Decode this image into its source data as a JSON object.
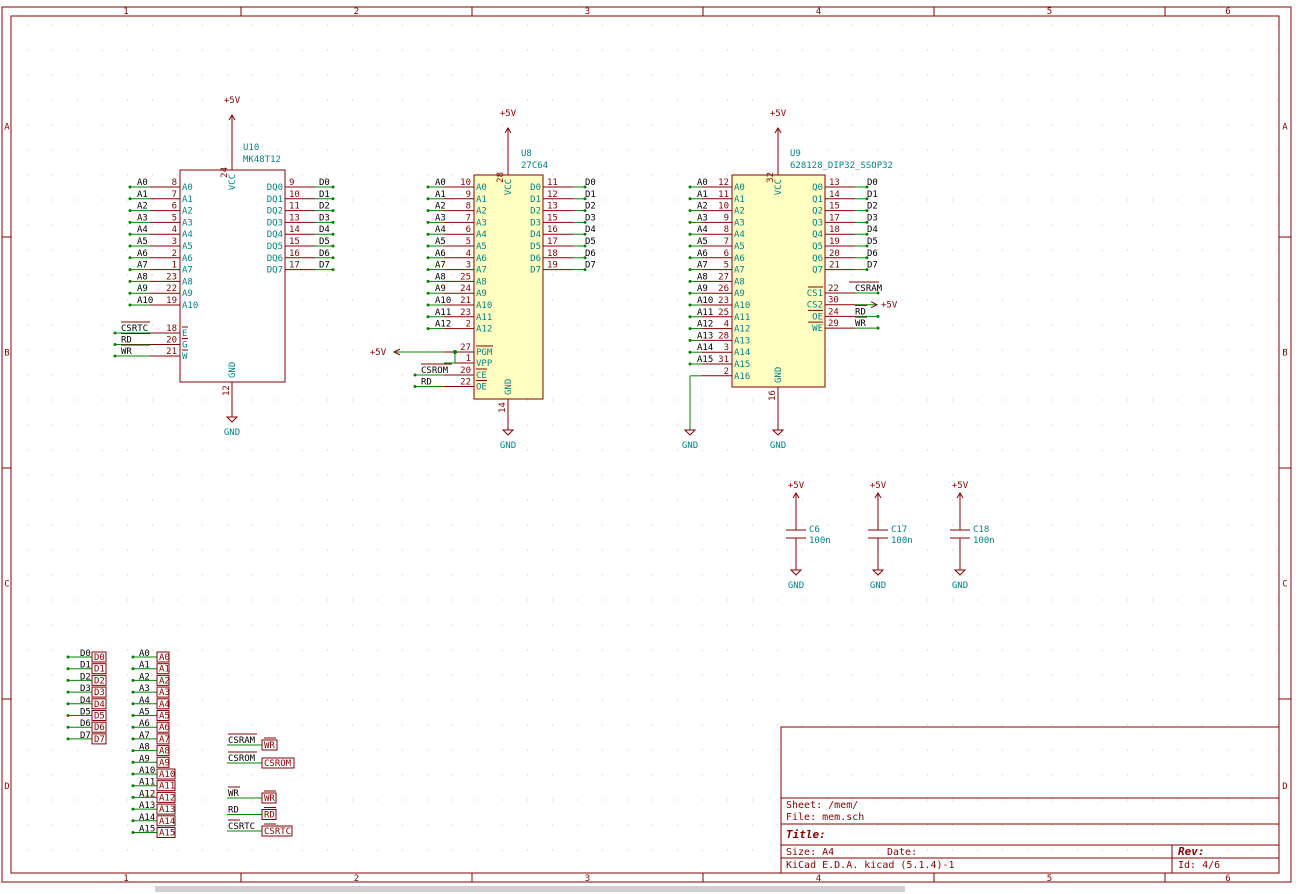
{
  "sheet": {
    "col_labels": [
      "1",
      "2",
      "3",
      "4",
      "5",
      "6"
    ],
    "row_labels": [
      "A",
      "B",
      "C",
      "D"
    ],
    "title_block": {
      "sheet": "Sheet: /mem/",
      "file": "File: mem.sch",
      "title": "Title:",
      "size": "Size: A4",
      "date": "Date:",
      "rev": "Rev:",
      "tool": "KiCad E.D.A.  kicad (5.1.4)-1",
      "id": "Id: 4/6"
    }
  },
  "power": {
    "vcc": "+5V",
    "gnd": "GND"
  },
  "u10": {
    "ref": "U10",
    "value": "MK48T12",
    "vcc_pin": "24",
    "gnd_pin": "12",
    "vcc_label": "VCC",
    "gnd_label": "GND",
    "left_pins": [
      {
        "net": "A0",
        "num": "8",
        "name": "A0"
      },
      {
        "net": "A1",
        "num": "7",
        "name": "A1"
      },
      {
        "net": "A2",
        "num": "6",
        "name": "A2"
      },
      {
        "net": "A3",
        "num": "5",
        "name": "A3"
      },
      {
        "net": "A4",
        "num": "4",
        "name": "A4"
      },
      {
        "net": "A5",
        "num": "3",
        "name": "A5"
      },
      {
        "net": "A6",
        "num": "2",
        "name": "A6"
      },
      {
        "net": "A7",
        "num": "1",
        "name": "A7"
      },
      {
        "net": "A8",
        "num": "23",
        "name": "A8"
      },
      {
        "net": "A9",
        "num": "22",
        "name": "A9"
      },
      {
        "net": "A10",
        "num": "19",
        "name": "A10"
      }
    ],
    "ctrl_pins": [
      {
        "net": "CSRTC",
        "num": "18",
        "name": "E"
      },
      {
        "net": "RD",
        "num": "20",
        "name": "G"
      },
      {
        "net": "WR",
        "num": "21",
        "name": "W"
      }
    ],
    "right_pins": [
      {
        "net": "D0",
        "num": "9",
        "name": "DQ0"
      },
      {
        "net": "D1",
        "num": "10",
        "name": "DQ1"
      },
      {
        "net": "D2",
        "num": "11",
        "name": "DQ2"
      },
      {
        "net": "D3",
        "num": "13",
        "name": "DQ3"
      },
      {
        "net": "D4",
        "num": "14",
        "name": "DQ4"
      },
      {
        "net": "D5",
        "num": "15",
        "name": "DQ5"
      },
      {
        "net": "D6",
        "num": "16",
        "name": "DQ6"
      },
      {
        "net": "D7",
        "num": "17",
        "name": "DQ7"
      }
    ]
  },
  "u8": {
    "ref": "U8",
    "value": "27C64",
    "vcc_pin": "28",
    "gnd_pin": "14",
    "vcc_label": "VCC",
    "gnd_label": "GND",
    "left_pins": [
      {
        "net": "A0",
        "num": "10",
        "name": "A0"
      },
      {
        "net": "A1",
        "num": "9",
        "name": "A1"
      },
      {
        "net": "A2",
        "num": "8",
        "name": "A2"
      },
      {
        "net": "A3",
        "num": "7",
        "name": "A3"
      },
      {
        "net": "A4",
        "num": "6",
        "name": "A4"
      },
      {
        "net": "A5",
        "num": "5",
        "name": "A5"
      },
      {
        "net": "A6",
        "num": "4",
        "name": "A6"
      },
      {
        "net": "A7",
        "num": "3",
        "name": "A7"
      },
      {
        "net": "A8",
        "num": "25",
        "name": "A8"
      },
      {
        "net": "A9",
        "num": "24",
        "name": "A9"
      },
      {
        "net": "A10",
        "num": "21",
        "name": "A10"
      },
      {
        "net": "A11",
        "num": "23",
        "name": "A11"
      },
      {
        "net": "A12",
        "num": "2",
        "name": "A12"
      }
    ],
    "pgm_pin": {
      "num": "27",
      "name": "PGM"
    },
    "vpp_pin": {
      "num": "1",
      "name": "VPP"
    },
    "ctrl_pins": [
      {
        "net": "CSROM",
        "num": "20",
        "name": "CE"
      },
      {
        "net": "RD",
        "num": "22",
        "name": "OE"
      }
    ],
    "right_pins": [
      {
        "net": "D0",
        "num": "11",
        "name": "D0"
      },
      {
        "net": "D1",
        "num": "12",
        "name": "D1"
      },
      {
        "net": "D2",
        "num": "13",
        "name": "D2"
      },
      {
        "net": "D3",
        "num": "15",
        "name": "D3"
      },
      {
        "net": "D4",
        "num": "16",
        "name": "D4"
      },
      {
        "net": "D5",
        "num": "17",
        "name": "D5"
      },
      {
        "net": "D6",
        "num": "18",
        "name": "D6"
      },
      {
        "net": "D7",
        "num": "19",
        "name": "D7"
      }
    ]
  },
  "u9": {
    "ref": "U9",
    "value": "628128_DIP32_SSOP32",
    "vcc_pin": "32",
    "gnd_pin": "16",
    "vcc_label": "VCC",
    "gnd_label": "GND",
    "left_pins": [
      {
        "net": "A0",
        "num": "12",
        "name": "A0"
      },
      {
        "net": "A1",
        "num": "11",
        "name": "A1"
      },
      {
        "net": "A2",
        "num": "10",
        "name": "A2"
      },
      {
        "net": "A3",
        "num": "9",
        "name": "A3"
      },
      {
        "net": "A4",
        "num": "8",
        "name": "A4"
      },
      {
        "net": "A5",
        "num": "7",
        "name": "A5"
      },
      {
        "net": "A6",
        "num": "6",
        "name": "A6"
      },
      {
        "net": "A7",
        "num": "5",
        "name": "A7"
      },
      {
        "net": "A8",
        "num": "27",
        "name": "A8"
      },
      {
        "net": "A9",
        "num": "26",
        "name": "A9"
      },
      {
        "net": "A10",
        "num": "23",
        "name": "A10"
      },
      {
        "net": "A11",
        "num": "25",
        "name": "A11"
      },
      {
        "net": "A12",
        "num": "4",
        "name": "A12"
      },
      {
        "net": "A13",
        "num": "28",
        "name": "A13"
      },
      {
        "net": "A14",
        "num": "3",
        "name": "A14"
      },
      {
        "net": "A15",
        "num": "31",
        "name": "A15"
      },
      {
        "net": "",
        "num": "2",
        "name": "A16"
      }
    ],
    "right_pins": [
      {
        "net": "D0",
        "num": "13",
        "name": "Q0"
      },
      {
        "net": "D1",
        "num": "14",
        "name": "Q1"
      },
      {
        "net": "D2",
        "num": "15",
        "name": "Q2"
      },
      {
        "net": "D3",
        "num": "17",
        "name": "Q3"
      },
      {
        "net": "D4",
        "num": "18",
        "name": "Q4"
      },
      {
        "net": "D5",
        "num": "19",
        "name": "Q5"
      },
      {
        "net": "D6",
        "num": "20",
        "name": "Q6"
      },
      {
        "net": "D7",
        "num": "21",
        "name": "Q7"
      }
    ],
    "ctrl_pins": [
      {
        "net": "CSRAM",
        "num": "22",
        "name": "CS1"
      },
      {
        "net": "+5V",
        "num": "30",
        "name": "CS2"
      },
      {
        "net": "RD",
        "num": "24",
        "name": "OE"
      },
      {
        "net": "WR",
        "num": "29",
        "name": "WE"
      }
    ]
  },
  "caps": [
    {
      "ref": "C6",
      "value": "100n"
    },
    {
      "ref": "C17",
      "value": "100n"
    },
    {
      "ref": "C18",
      "value": "100n"
    }
  ],
  "hier_data": [
    "D0",
    "D1",
    "D2",
    "D3",
    "D4",
    "D5",
    "D6",
    "D7"
  ],
  "hier_addr": [
    "A0",
    "A1",
    "A2",
    "A3",
    "A4",
    "A5",
    "A6",
    "A7",
    "A8",
    "A9",
    "A10",
    "A11",
    "A12",
    "A13",
    "A14",
    "A15"
  ],
  "hier_ctrl_top": [
    {
      "net": "CSRAM",
      "label": "WR"
    },
    {
      "net": "CSROM",
      "label": "CSROM"
    }
  ],
  "hier_ctrl_bot": [
    {
      "net": "WR",
      "label": "WR"
    },
    {
      "net": "RD",
      "label": "RD"
    },
    {
      "net": "CSRTC",
      "label": "CSRTC"
    }
  ]
}
